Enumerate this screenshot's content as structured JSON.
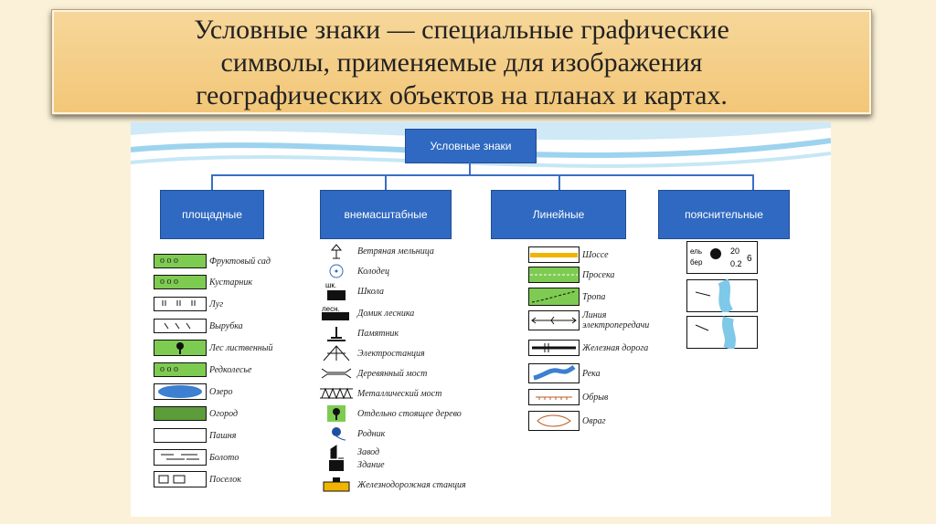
{
  "title": "Условные знаки — специальные графические\nсимволы, применяемые для изображения\nгеографических объектов на планах и картах.",
  "diagram": {
    "root": "Условные знаки",
    "categories": [
      "площадные",
      "внемасштабные",
      "Линейные",
      "пояснительные"
    ],
    "areal_items": [
      "Фруктовый сад",
      "Кустарник",
      "Луг",
      "Вырубка",
      "Лес лиственный",
      "Редколесье",
      "Озеро",
      "Огород",
      "Пашня",
      "Болото",
      "Поселок"
    ],
    "offscale_items": [
      "Ветряная мельница",
      "Колодец",
      "Школа",
      "Домик лесника",
      "Памятник",
      "Электростанция",
      "Деревянный мост",
      "Металлический мост",
      "Отдельно стоящее дерево",
      "Родник",
      "Завод",
      "Здание",
      "Железнодорожная станция"
    ],
    "linear_items": [
      "Шоссе",
      "Просека",
      "Тропа",
      "Линия электропередачи",
      "Железная дорога",
      "Река",
      "Обрыв",
      "Овраг"
    ],
    "sym_texts": {
      "school": "шк.",
      "forester": "лесн.",
      "explanatory_1": "ель",
      "explanatory_2": "бер",
      "explanatory_3": "20",
      "explanatory_4": "0.2",
      "explanatory_5": "6"
    },
    "colors": {
      "header": "#2f69c1",
      "green": "#7ecb52",
      "water": "#3d7fd0"
    }
  }
}
